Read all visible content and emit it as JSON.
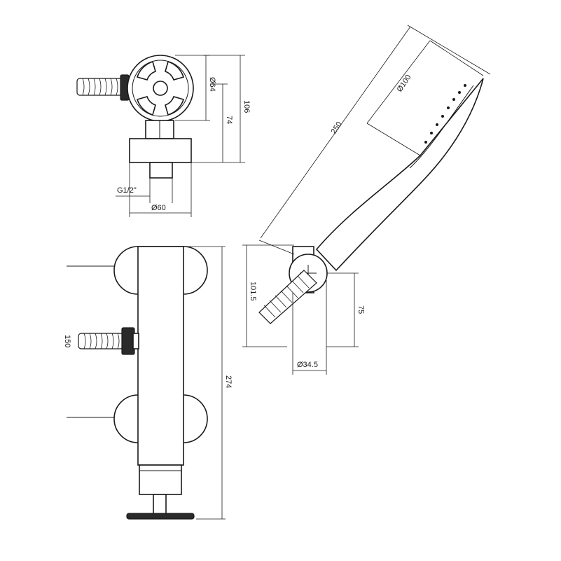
{
  "dimensions": {
    "d64": "Ø64",
    "d106": "106",
    "d74": "74",
    "thread": "G1/2\"",
    "d60": "Ø60",
    "d250": "250",
    "d100": "Ø100",
    "d101_5": "101.5",
    "d75": "75",
    "d34_5": "Ø34.5",
    "d274": "274",
    "d150": "150"
  },
  "colors": {
    "stroke": "#1a1a1a",
    "background": "#ffffff"
  }
}
